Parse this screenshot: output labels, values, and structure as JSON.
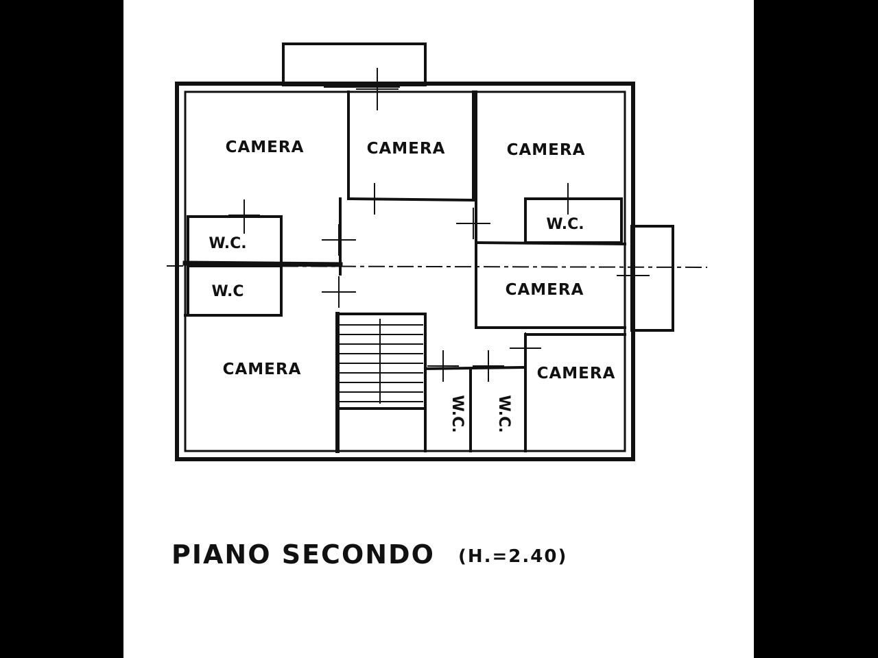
{
  "floor_plan": {
    "title": "PIANO SECONDO",
    "height_note": "(H.=2.40)",
    "rooms": {
      "camera_top_left": "CAMERA",
      "camera_top_center": "CAMERA",
      "camera_top_right": "CAMERA",
      "camera_mid_right": "CAMERA",
      "camera_bottom_left": "CAMERA",
      "camera_bottom_right": "CAMERA",
      "wc_left_upper": "W.C.",
      "wc_left_lower": "W.C",
      "wc_right_upper": "W.C.",
      "wc_bottom_1": "W.C.",
      "wc_bottom_2": "W.C."
    }
  },
  "colors": {
    "page_background": "#000000",
    "sheet_background": "#ffffff",
    "ink": "#111111"
  }
}
